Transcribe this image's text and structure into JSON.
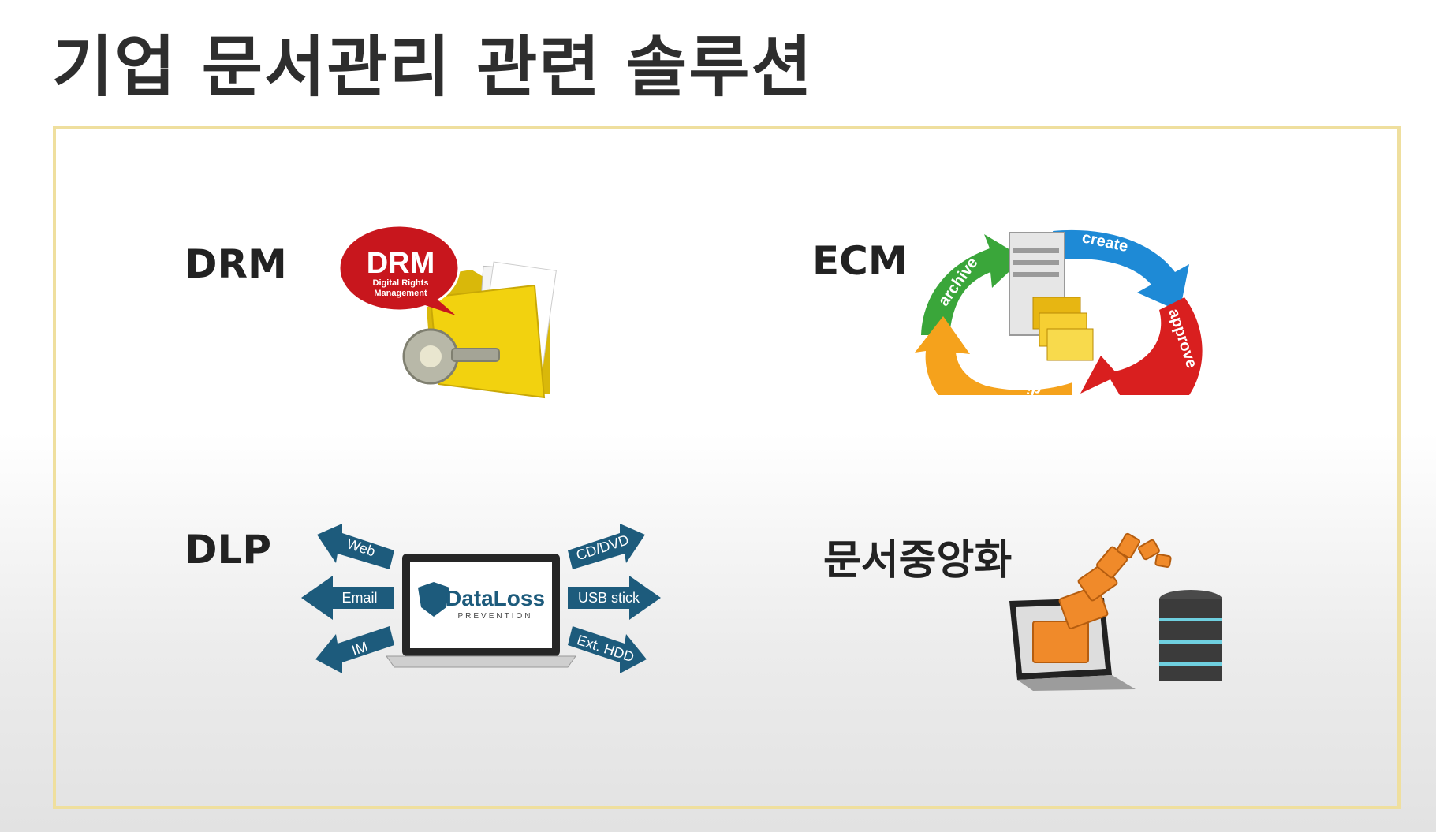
{
  "title": "기업 문서관리 관련 솔루션",
  "solutions": [
    {
      "label": "DRM",
      "icon": "drm-folder-key-icon",
      "badge": "DRM",
      "badge_sub_1": "Digital Rights",
      "badge_sub_2": "Management"
    },
    {
      "label": "ECM",
      "icon": "ecm-cycle-icon",
      "arrows": [
        "create",
        "approve",
        "distribute",
        "archive"
      ]
    },
    {
      "label": "DLP",
      "icon": "dlp-laptop-icon",
      "screen_title": "DataLoss",
      "screen_sub": "PREVENTION",
      "left_arrows": [
        "Web",
        "Email",
        "IM"
      ],
      "right_arrows": [
        "CD/DVD",
        "USB stick",
        "Ext. HDD"
      ]
    },
    {
      "label": "문서중앙화",
      "icon": "document-centralization-icon"
    }
  ],
  "colors": {
    "frame": "#efdf9e",
    "drm_red": "#c8161d",
    "folder_yellow": "#f2d20f",
    "dlp_blue": "#1d5b7c",
    "ecm_green": "#3aa63a",
    "ecm_blue": "#1e8ad6",
    "ecm_red": "#d91f1f",
    "ecm_orange": "#f5a21c"
  }
}
